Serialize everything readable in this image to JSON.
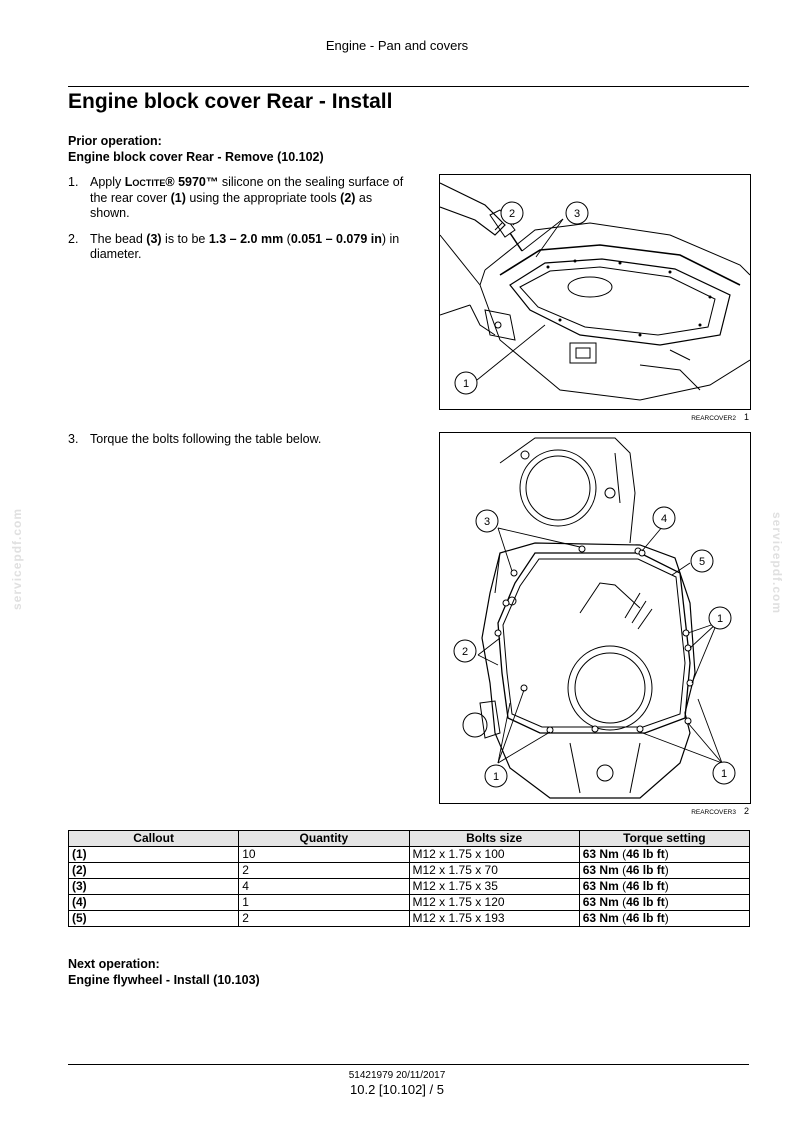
{
  "header": {
    "section_title": "Engine - Pan and covers"
  },
  "title": "Engine block cover Rear - Install",
  "prior_operation": {
    "label": "Prior operation:",
    "link": "Engine block cover Rear - Remove (10.102)"
  },
  "steps": [
    {
      "num": "1.",
      "t1": "Apply ",
      "brand": "Loctite® 5970™",
      "t2": " silicone on the sealing surface of the rear cover ",
      "b1": "(1)",
      "t3": " using the appropriate tools ",
      "b2": "(2)",
      "t4": " as shown."
    },
    {
      "num": "2.",
      "t1": "The bead ",
      "b1": "(3)",
      "t2": " is to be ",
      "b2": "1.3 – 2.0 mm",
      "t3": " (",
      "b3": "0.051 – 0.079 in",
      "t4": ") in diameter."
    },
    {
      "num": "3.",
      "t1": "Torque the bolts following the table below."
    }
  ],
  "figures": [
    {
      "code": "REARCOVER2",
      "number": "1",
      "callouts": [
        "1",
        "2",
        "3"
      ]
    },
    {
      "code": "REARCOVER3",
      "number": "2",
      "callouts": [
        "3",
        "4",
        "5",
        "2",
        "1",
        "1",
        "1"
      ]
    }
  ],
  "table": {
    "headers": [
      "Callout",
      "Quantity",
      "Bolts size",
      "Torque setting"
    ],
    "rows": [
      {
        "callout": "(1)",
        "qty": "10",
        "size": "M12 x 1.75 x 100",
        "nm": "63 Nm",
        "open": " (",
        "lbft": "46 lb ft",
        "close": ")"
      },
      {
        "callout": "(2)",
        "qty": "2",
        "size": "M12 x 1.75 x 70",
        "nm": "63 Nm",
        "open": " (",
        "lbft": "46 lb ft",
        "close": ")"
      },
      {
        "callout": "(3)",
        "qty": "4",
        "size": "M12 x 1.75 x 35",
        "nm": "63 Nm",
        "open": " (",
        "lbft": "46 lb ft",
        "close": ")"
      },
      {
        "callout": "(4)",
        "qty": "1",
        "size": "M12 x 1.75 x 120",
        "nm": "63 Nm",
        "open": " (",
        "lbft": "46 lb ft",
        "close": ")"
      },
      {
        "callout": "(5)",
        "qty": "2",
        "size": "M12 x 1.75 x 193",
        "nm": "63 Nm",
        "open": " (",
        "lbft": "46 lb ft",
        "close": ")"
      }
    ]
  },
  "next_operation": {
    "label": "Next operation:",
    "link": "Engine flywheel - Install (10.103)"
  },
  "footer": {
    "doc_code": "51421979 20/11/2017",
    "page": "10.2 [10.102] / 5"
  },
  "watermark": "servicepdf.com"
}
